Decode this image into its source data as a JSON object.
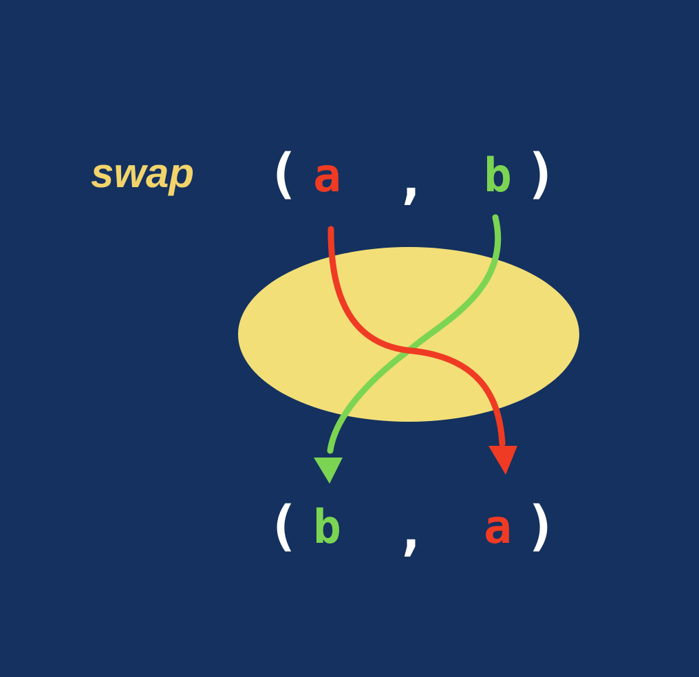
{
  "function_label": "swap",
  "input": {
    "open_paren": "(",
    "first": "a",
    "comma": ",",
    "second": "b",
    "close_paren": ")"
  },
  "output": {
    "open_paren": "(",
    "first": "b",
    "comma": ",",
    "second": "a",
    "close_paren": ")"
  },
  "colors": {
    "background": "#14315f",
    "ellipse": "#f2df78",
    "a": "#ef3b24",
    "b": "#7cd453",
    "punctuation": "#ffffff",
    "label": "#f2d46b"
  }
}
